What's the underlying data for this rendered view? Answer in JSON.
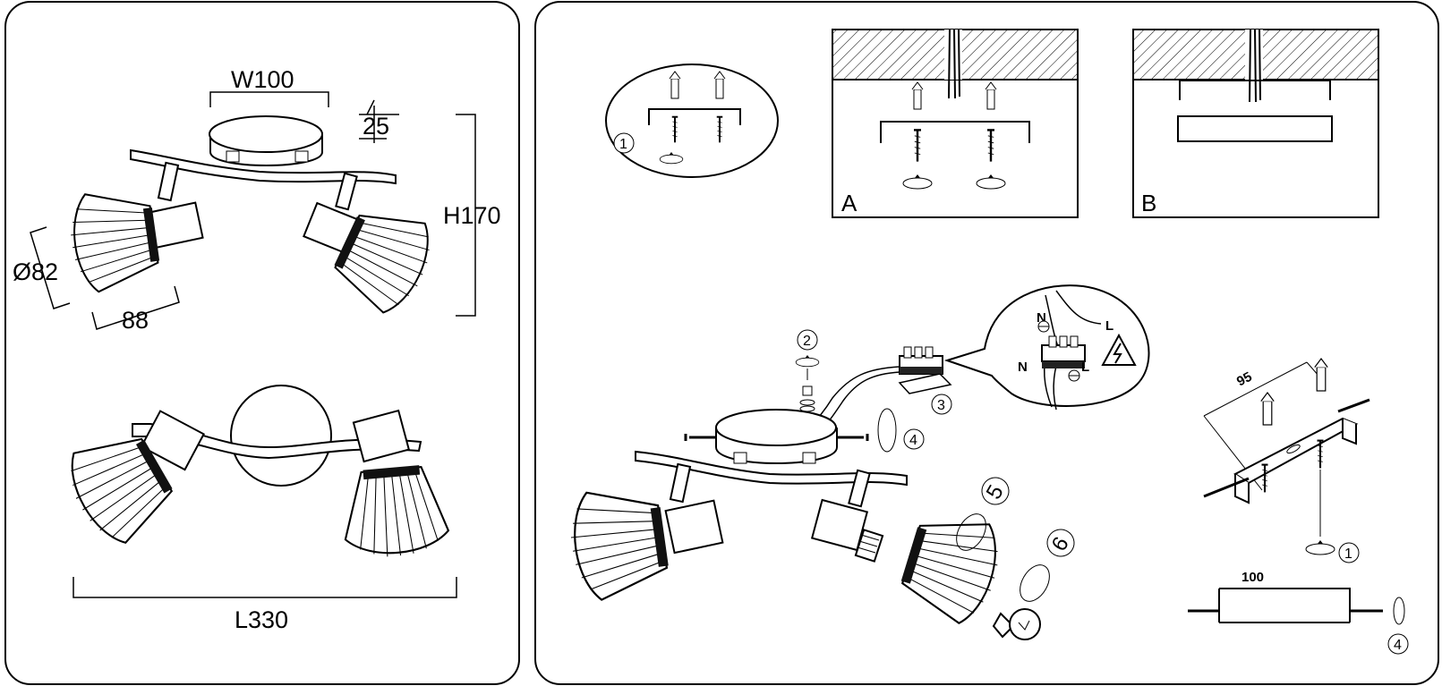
{
  "dimensions": {
    "width": "W100",
    "height": "H170",
    "depth": "25",
    "diameter": "Ø82",
    "shade_length": "88",
    "length": "L330"
  },
  "mount_views": {
    "a": "A",
    "b": "B"
  },
  "steps": {
    "s1": "1",
    "s2": "2",
    "s3": "3",
    "s4": "4",
    "s5": "5",
    "s6": "6",
    "bracket_s1": "1",
    "bracket_s4": "4"
  },
  "wiring": {
    "n_top": "N",
    "l_top": "L",
    "n_bottom": "N",
    "l_bottom": "L"
  },
  "bracket": {
    "hole_spacing": "95",
    "plate_length": "100"
  }
}
